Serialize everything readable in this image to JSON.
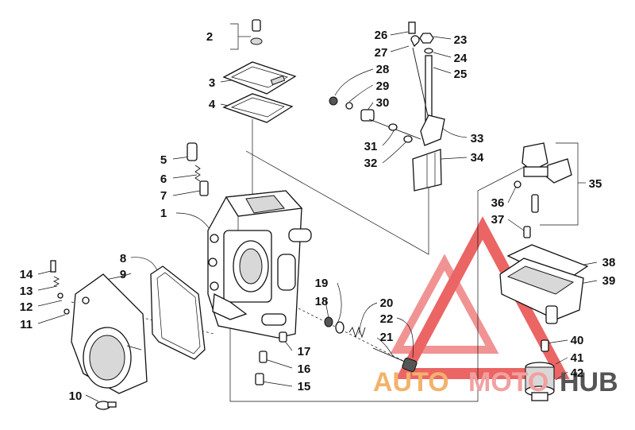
{
  "callouts": [
    {
      "id": "c2",
      "label": "2"
    },
    {
      "id": "c3",
      "label": "3"
    },
    {
      "id": "c4",
      "label": "4"
    },
    {
      "id": "c5",
      "label": "5"
    },
    {
      "id": "c6",
      "label": "6"
    },
    {
      "id": "c7",
      "label": "7"
    },
    {
      "id": "c1",
      "label": "1"
    },
    {
      "id": "c8",
      "label": "8"
    },
    {
      "id": "c9",
      "label": "9"
    },
    {
      "id": "c14",
      "label": "14"
    },
    {
      "id": "c13",
      "label": "13"
    },
    {
      "id": "c12",
      "label": "12"
    },
    {
      "id": "c11",
      "label": "11"
    },
    {
      "id": "c10",
      "label": "10"
    },
    {
      "id": "c17",
      "label": "17"
    },
    {
      "id": "c16",
      "label": "16"
    },
    {
      "id": "c15",
      "label": "15"
    },
    {
      "id": "c19",
      "label": "19"
    },
    {
      "id": "c18",
      "label": "18"
    },
    {
      "id": "c20",
      "label": "20"
    },
    {
      "id": "c22",
      "label": "22"
    },
    {
      "id": "c21",
      "label": "21"
    },
    {
      "id": "c26",
      "label": "26"
    },
    {
      "id": "c23",
      "label": "23"
    },
    {
      "id": "c27",
      "label": "27"
    },
    {
      "id": "c24",
      "label": "24"
    },
    {
      "id": "c25",
      "label": "25"
    },
    {
      "id": "c28",
      "label": "28"
    },
    {
      "id": "c29",
      "label": "29"
    },
    {
      "id": "c30",
      "label": "30"
    },
    {
      "id": "c33",
      "label": "33"
    },
    {
      "id": "c31",
      "label": "31"
    },
    {
      "id": "c32",
      "label": "32"
    },
    {
      "id": "c34",
      "label": "34"
    },
    {
      "id": "c35",
      "label": "35"
    },
    {
      "id": "c36",
      "label": "36"
    },
    {
      "id": "c37",
      "label": "37"
    },
    {
      "id": "c38",
      "label": "38"
    },
    {
      "id": "c39",
      "label": "39"
    },
    {
      "id": "c40",
      "label": "40"
    },
    {
      "id": "c41",
      "label": "41"
    },
    {
      "id": "c42",
      "label": "42"
    }
  ],
  "watermark": {
    "auto": "AUTO",
    "moto": "MOTO",
    "hub": "HUB",
    "colors": {
      "triangle": "#e84b4b",
      "auto": "#f3b26b",
      "moto": "#f2a0a0",
      "hub": "#555555"
    }
  }
}
